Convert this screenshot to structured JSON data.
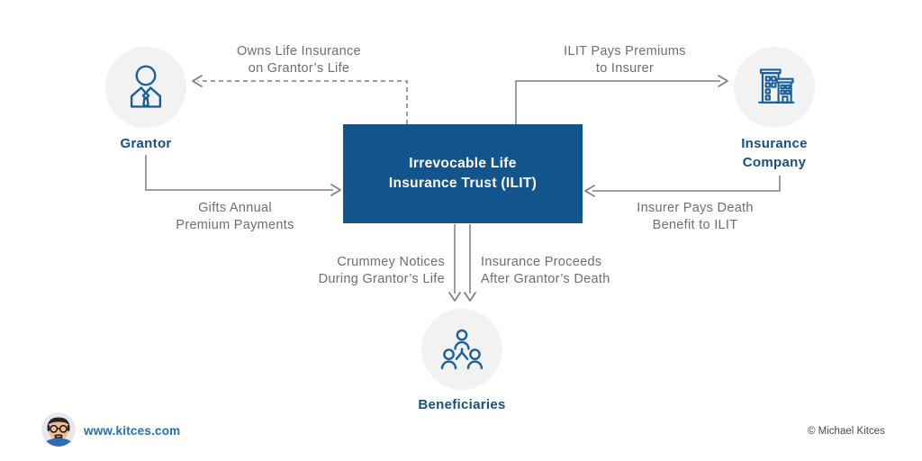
{
  "title": "ILIT flow diagram",
  "colors": {
    "box_blue": "#14548c",
    "label_blue": "#17507f",
    "icon_blue": "#1c609a",
    "circle_bg": "#f2f2f2",
    "arrow_gray": "#7d7e81",
    "text_gray": "#6d6e71",
    "link_blue": "#2371ae",
    "copyright_gray": "#4a4a4a",
    "page_bg": "#ffffff"
  },
  "nodes": {
    "grantor": {
      "label": "Grantor",
      "icon": "person-icon"
    },
    "insurance_company": {
      "label": "Insurance\nCompany",
      "icon": "building-icon"
    },
    "ilit": {
      "label": "Irrevocable Life\nInsurance Trust (ILIT)"
    },
    "beneficiaries": {
      "label": "Beneficiaries",
      "icon": "people-group-icon"
    }
  },
  "connectors": {
    "owns_life_insurance": {
      "label": "Owns Life Insurance\non Grantor’s Life",
      "style": "dashed",
      "from": "ilit",
      "to": "grantor"
    },
    "ilit_pays_premiums": {
      "label": "ILIT Pays Premiums\nto Insurer",
      "style": "solid",
      "from": "ilit",
      "to": "insurance_company"
    },
    "gifts_annual_premiums": {
      "label": "Gifts Annual\nPremium Payments",
      "style": "solid",
      "from": "grantor",
      "to": "ilit"
    },
    "insurer_pays_death_benefit": {
      "label": "Insurer Pays Death\nBenefit to ILIT",
      "style": "solid",
      "from": "insurance_company",
      "to": "ilit"
    },
    "crummey_notices": {
      "label": "Crummey Notices\nDuring Grantor’s Life",
      "style": "solid",
      "from": "ilit",
      "to": "beneficiaries"
    },
    "insurance_proceeds": {
      "label": "Insurance Proceeds\nAfter Grantor’s Death",
      "style": "solid",
      "from": "ilit",
      "to": "beneficiaries"
    }
  },
  "footer": {
    "website": "www.kitces.com",
    "copyright": "© Michael Kitces",
    "avatar": "michael-kitces-avatar"
  }
}
